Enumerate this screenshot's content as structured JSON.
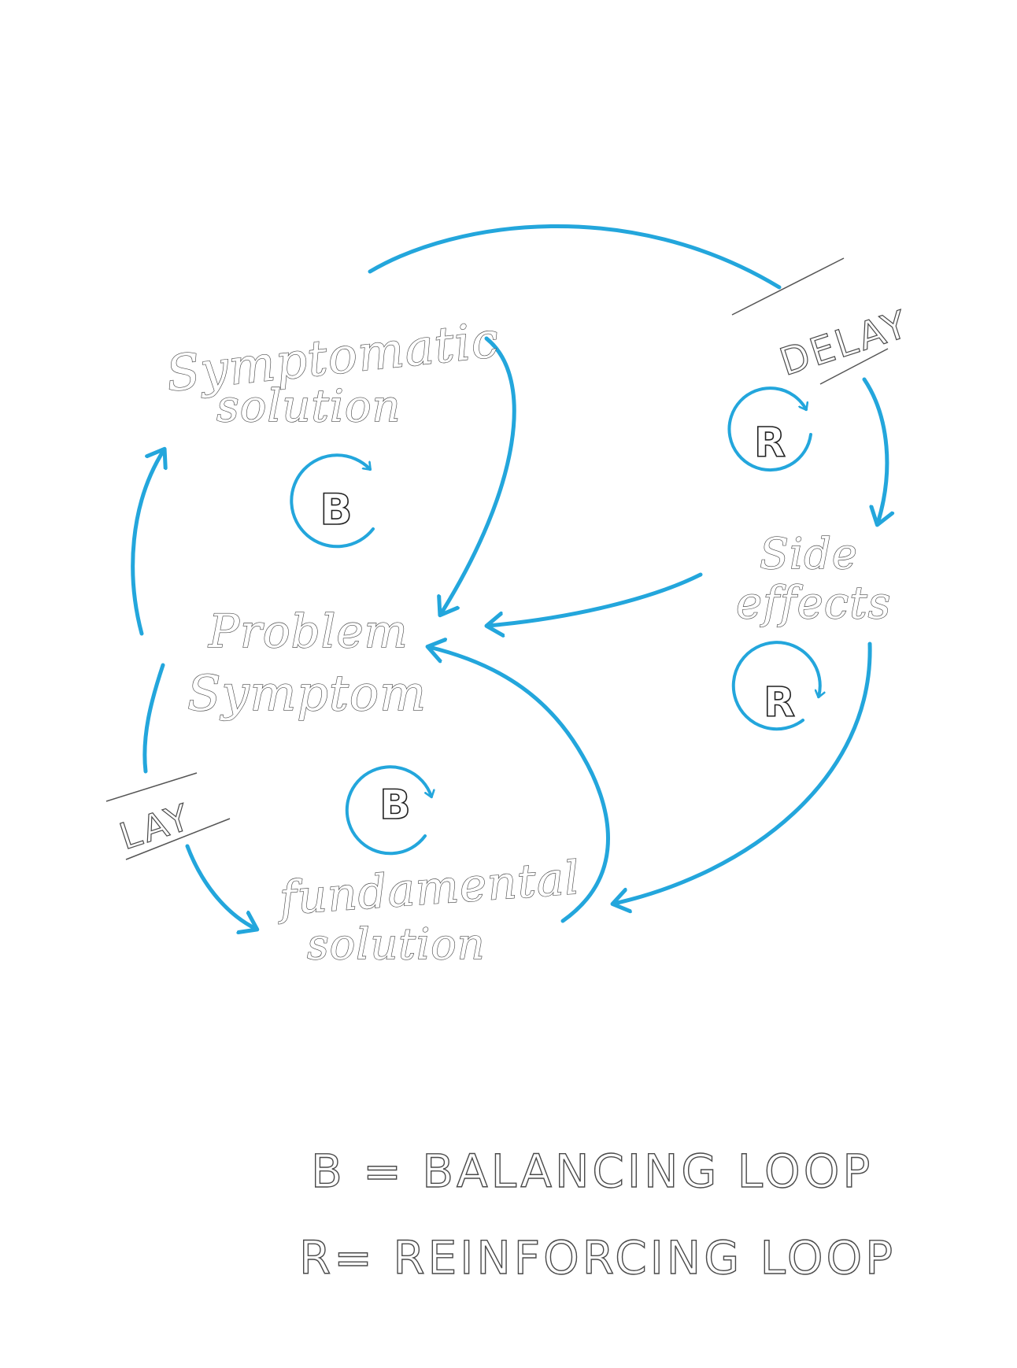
{
  "nodes": {
    "symptomatic_solution": [
      "Symptomatic",
      "solution"
    ],
    "problem_symptom": [
      "Problem",
      "Symptom"
    ],
    "side_effects": [
      "Side",
      "effects"
    ],
    "fundamental_solution": [
      "fundamental",
      "solution"
    ]
  },
  "delays": {
    "top_right": "DELAY",
    "bottom_left": "LAY"
  },
  "loops": {
    "upper_balancing": "B",
    "lower_balancing": "B",
    "upper_reinforcing": "R",
    "lower_reinforcing": "R"
  },
  "legend": {
    "balancing": "B = BALANCING LOOP",
    "reinforcing": "R= REINFORCING LOOP"
  },
  "colors": {
    "arrow": "#23a6dc",
    "ink": "#4a4a4a"
  }
}
